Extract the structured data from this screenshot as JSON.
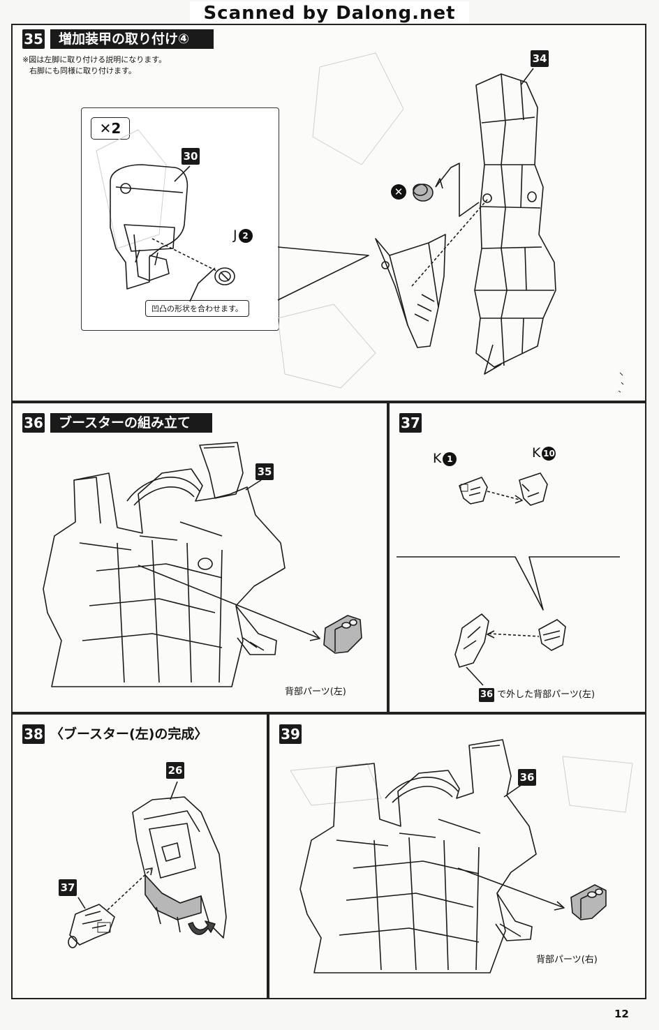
{
  "header": {
    "banner": "Scanned by Dalong.net"
  },
  "step35": {
    "number": "35",
    "title": "増加装甲の取り付け④",
    "note_line1": "※図は左脚に取り付ける説明になります。",
    "note_line2": "右脚にも同様に取り付けます。",
    "quantity": "✕2",
    "tag_a": "30",
    "tag_b": "34",
    "part_letter": "J",
    "part_num": "2",
    "callout": "凹凸の形状を合わせます。"
  },
  "step36": {
    "number": "36",
    "title": "ブースターの組み立て",
    "tag": "35",
    "caption": "背部パーツ(左)"
  },
  "step37": {
    "number": "37",
    "part_a_letter": "K",
    "part_a_num": "1",
    "part_b_letter": "K",
    "part_b_num": "10",
    "caption_ref": "36",
    "caption": "で外した背部パーツ(左)"
  },
  "step38": {
    "number": "38",
    "title": "〈ブースター(左)の完成〉",
    "tag_a": "26",
    "tag_b": "37"
  },
  "step39": {
    "number": "39",
    "tag": "36",
    "caption": "背部パーツ(右)"
  },
  "footer": {
    "page_number": "12"
  }
}
